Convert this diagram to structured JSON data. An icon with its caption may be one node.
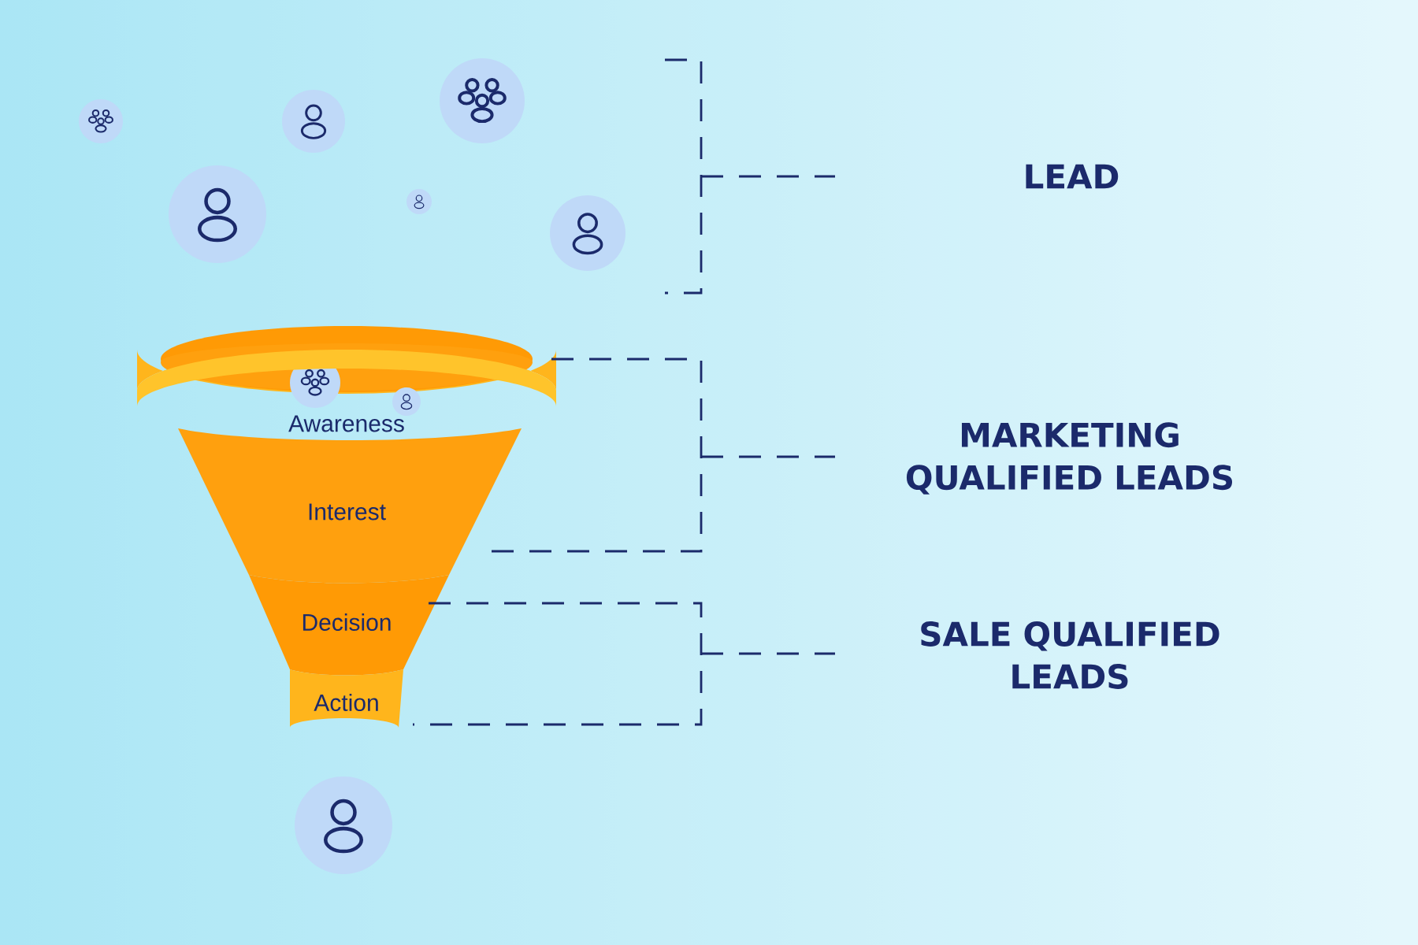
{
  "diagram": {
    "nodes": [
      {
        "text": [
          "Awareness"
        ]
      },
      {
        "text": [
          "Interest"
        ]
      },
      {
        "text": [
          "Decision"
        ]
      },
      {
        "text": [
          "Action"
        ]
      }
    ],
    "labels": [
      "LEAD",
      "MARKETING QUALIFIED LEADS",
      "SALE QUALIFIED LEADS"
    ]
  }
}
